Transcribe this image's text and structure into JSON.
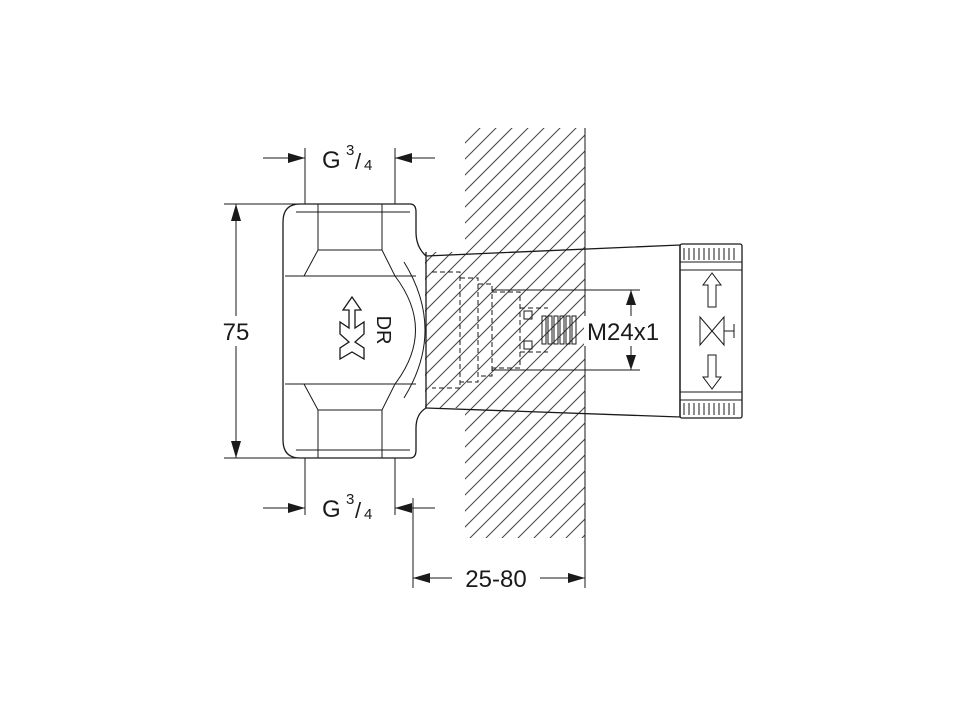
{
  "dimensions": {
    "top_thread": {
      "letter": "G",
      "numerator": "3",
      "denominator": "4"
    },
    "bottom_thread": {
      "letter": "G",
      "numerator": "3",
      "denominator": "4"
    },
    "height": "75",
    "spindle_thread": "M24x1",
    "wall_depth": "25-80"
  },
  "body_marking": "DR",
  "icons": {
    "flow_arrow": "flow-direction-arrow-icon",
    "valve_symbol": "valve-symbol-icon"
  },
  "colors": {
    "line": "#1a1a1a",
    "background": "#ffffff"
  }
}
